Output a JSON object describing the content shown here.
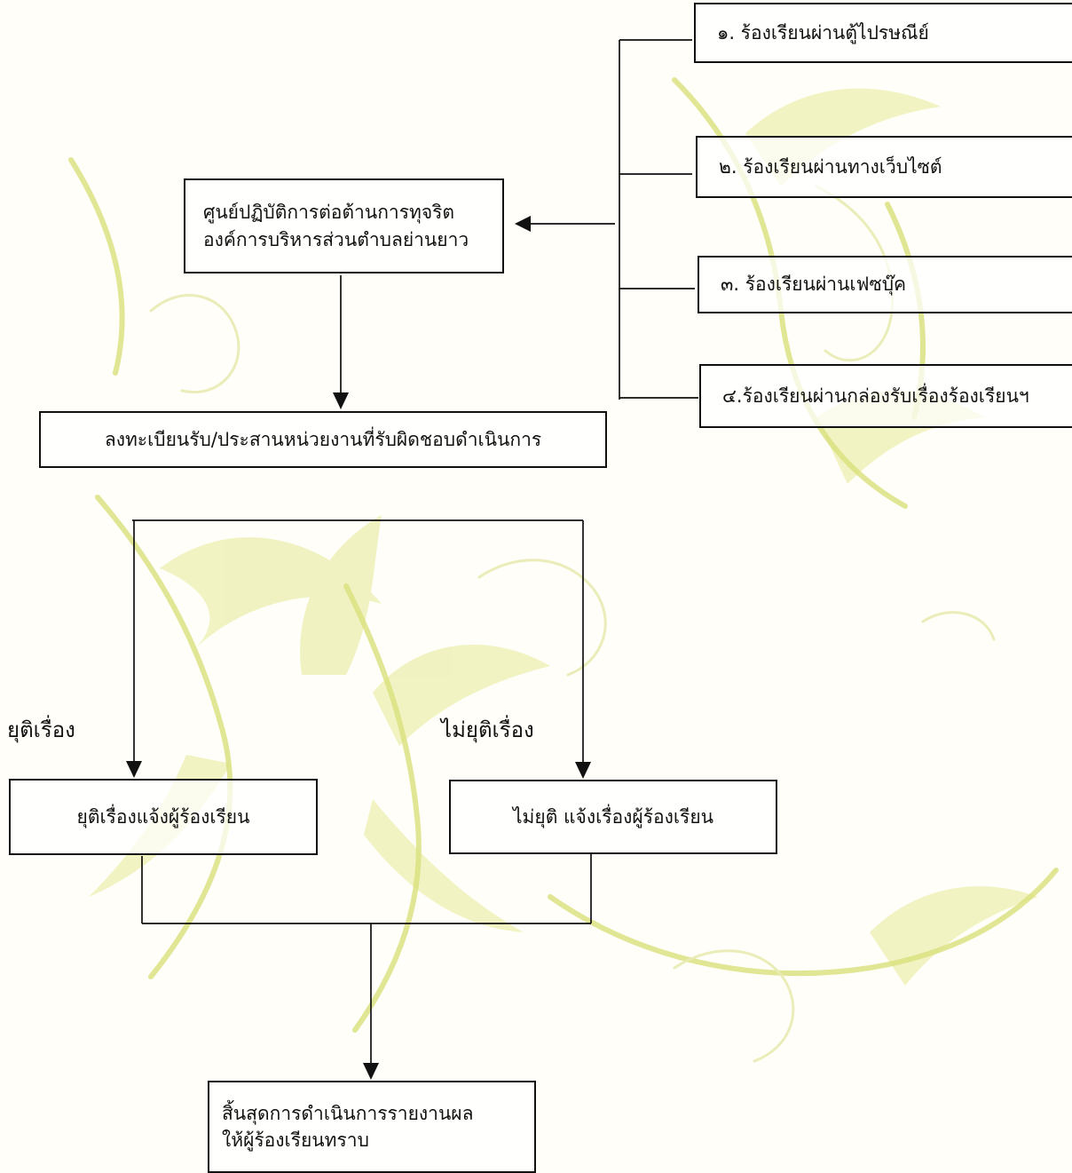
{
  "colors": {
    "background": "#fffef8",
    "decoration": "#d9e07a",
    "decoration_light": "#eef1b8",
    "line": "#111111",
    "box_fill": "#ffffff"
  },
  "decoration_icon": "floral-swirl-watermark",
  "channels": [
    "๑. ร้องเรียนผ่านตู้ไปรษณีย์",
    "๒. ร้องเรียนผ่านทางเว็บไซต์",
    "๓. ร้องเรียนผ่านเฟซบุ๊ค",
    "๔.ร้องเรียนผ่านกล่องรับเรื่องร้องเรียนฯ"
  ],
  "center": {
    "line1": "ศูนย์ปฏิบัติการต่อต้านการทุจริต",
    "line2": "องค์การบริหารส่วนตำบลย่านยาว"
  },
  "register": "ลงทะเบียนรับ/ประสานหน่วยงานที่รับผิดชอบดำเนินการ",
  "branch_labels": {
    "left": "ยุติเรื่อง",
    "right": "ไม่ยุติเรื่อง"
  },
  "outcomes": {
    "left": "ยุติเรื่องแจ้งผู้ร้องเรียน",
    "right": "ไม่ยุติ แจ้งเรื่องผู้ร้องเรียน"
  },
  "final": {
    "line1": "สิ้นสุดการดำเนินการรายงานผล",
    "line2": "ให้ผู้ร้องเรียนทราบ"
  }
}
